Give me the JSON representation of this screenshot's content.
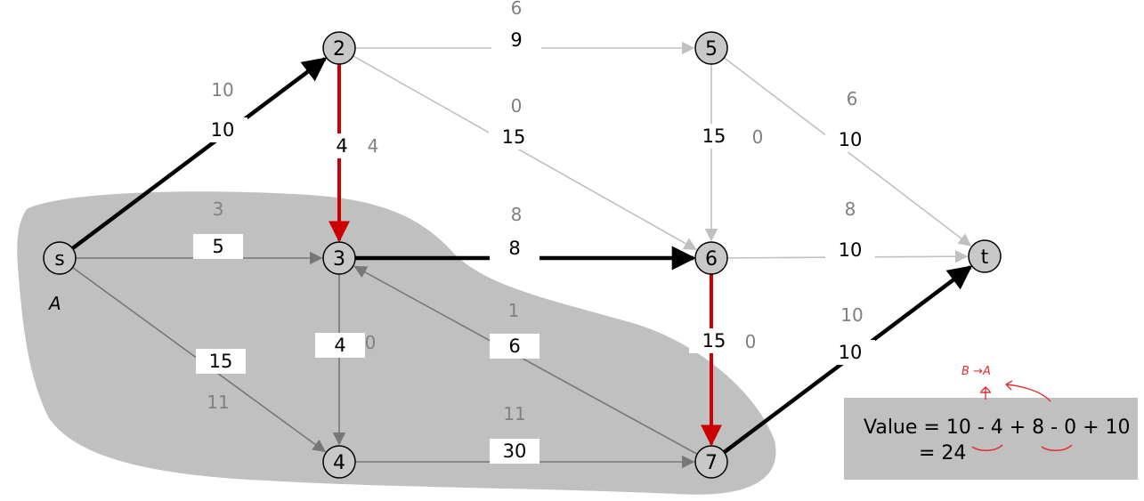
{
  "diagram": {
    "set_label": "A",
    "nodes": [
      {
        "id": "s",
        "label": "s"
      },
      {
        "id": "2",
        "label": "2"
      },
      {
        "id": "3",
        "label": "3"
      },
      {
        "id": "4",
        "label": "4"
      },
      {
        "id": "5",
        "label": "5"
      },
      {
        "id": "6",
        "label": "6"
      },
      {
        "id": "7",
        "label": "7"
      },
      {
        "id": "t",
        "label": "t"
      }
    ],
    "edges": [
      {
        "id": "s-2",
        "capacity": "10",
        "flow": "10",
        "style": "bold"
      },
      {
        "id": "s-3",
        "capacity": "5",
        "flow": "3",
        "style": "dark"
      },
      {
        "id": "s-4",
        "capacity": "15",
        "flow": "11",
        "style": "dark"
      },
      {
        "id": "2-3",
        "capacity": "4",
        "flow": "4",
        "style": "red"
      },
      {
        "id": "2-5",
        "capacity": "9",
        "flow": "6",
        "style": "light"
      },
      {
        "id": "2-6",
        "capacity": "15",
        "flow": "0",
        "style": "light"
      },
      {
        "id": "3-6",
        "capacity": "8",
        "flow": "8",
        "style": "bold"
      },
      {
        "id": "3-4",
        "capacity": "4",
        "flow": "0",
        "style": "dark"
      },
      {
        "id": "7-3",
        "capacity": "6",
        "flow": "1",
        "style": "dark"
      },
      {
        "id": "4-7",
        "capacity": "30",
        "flow": "11",
        "style": "dark"
      },
      {
        "id": "5-6",
        "capacity": "15",
        "flow": "0",
        "style": "light"
      },
      {
        "id": "5-t",
        "capacity": "10",
        "flow": "6",
        "style": "light"
      },
      {
        "id": "6-t",
        "capacity": "10",
        "flow": "8",
        "style": "light"
      },
      {
        "id": "6-7",
        "capacity": "15",
        "flow": "0",
        "style": "red"
      },
      {
        "id": "7-t",
        "capacity": "10",
        "flow": "10",
        "style": "bold"
      }
    ],
    "value_box": {
      "line1": "Value = 10 - 4 + 8 - 0 + 10",
      "line2": "= 24"
    },
    "annotation": "B →A",
    "colors": {
      "shade": "#c0c0c0",
      "red_edge": "#cc0000",
      "light_edge": "#c0c0c0",
      "dark_edge": "#777777",
      "bold_edge": "#000000",
      "annotation": "#e03030"
    }
  }
}
